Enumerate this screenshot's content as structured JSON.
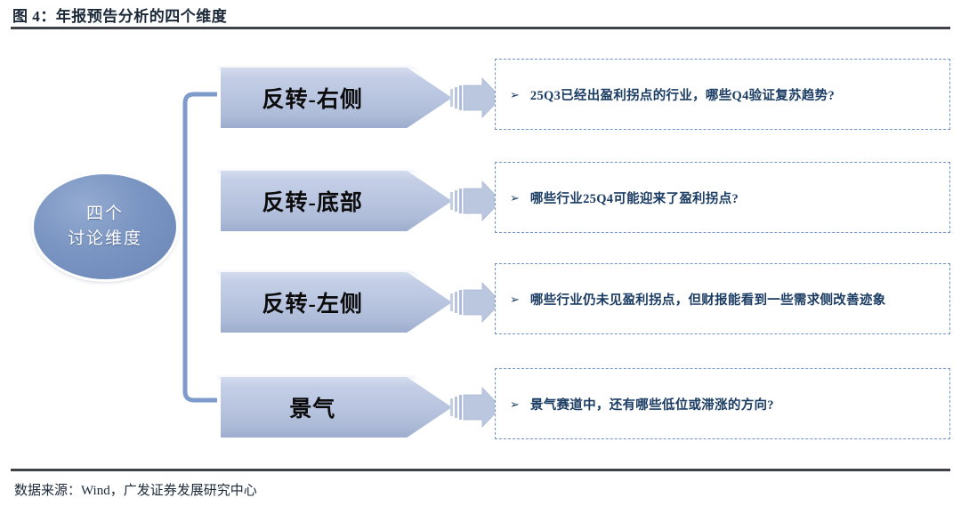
{
  "header": {
    "title": "图 4：年报预告分析的四个维度"
  },
  "footer": {
    "source_note": "数据来源：Wind，广发证券发展研究中心"
  },
  "root_node": {
    "line1": "四个",
    "line2": "讨论维度"
  },
  "colors": {
    "ellipse_fill": "#7a95c2",
    "chevron_fill": "#bcc8e0",
    "arrow_fill": "#b9c6de",
    "bracket_line": "#7e9bcb",
    "box_border": "#6f92c4",
    "box_text": "#1b3c63",
    "rule": "#3f4347",
    "title_text": "#1b2838"
  },
  "rows": [
    {
      "stage": "反转-右侧",
      "bullet": "➢",
      "question": "25Q3已经出盈利拐点的行业，哪些Q4验证复苏趋势?"
    },
    {
      "stage": "反转-底部",
      "bullet": "➢",
      "question": "哪些行业25Q4可能迎来了盈利拐点?"
    },
    {
      "stage": "反转-左侧",
      "bullet": "➢",
      "question": "哪些行业仍未见盈利拐点，但财报能看到一些需求侧改善迹象"
    },
    {
      "stage": "景气",
      "bullet": "➢",
      "question": "景气赛道中，还有哪些低位或滞涨的方向?"
    }
  ]
}
